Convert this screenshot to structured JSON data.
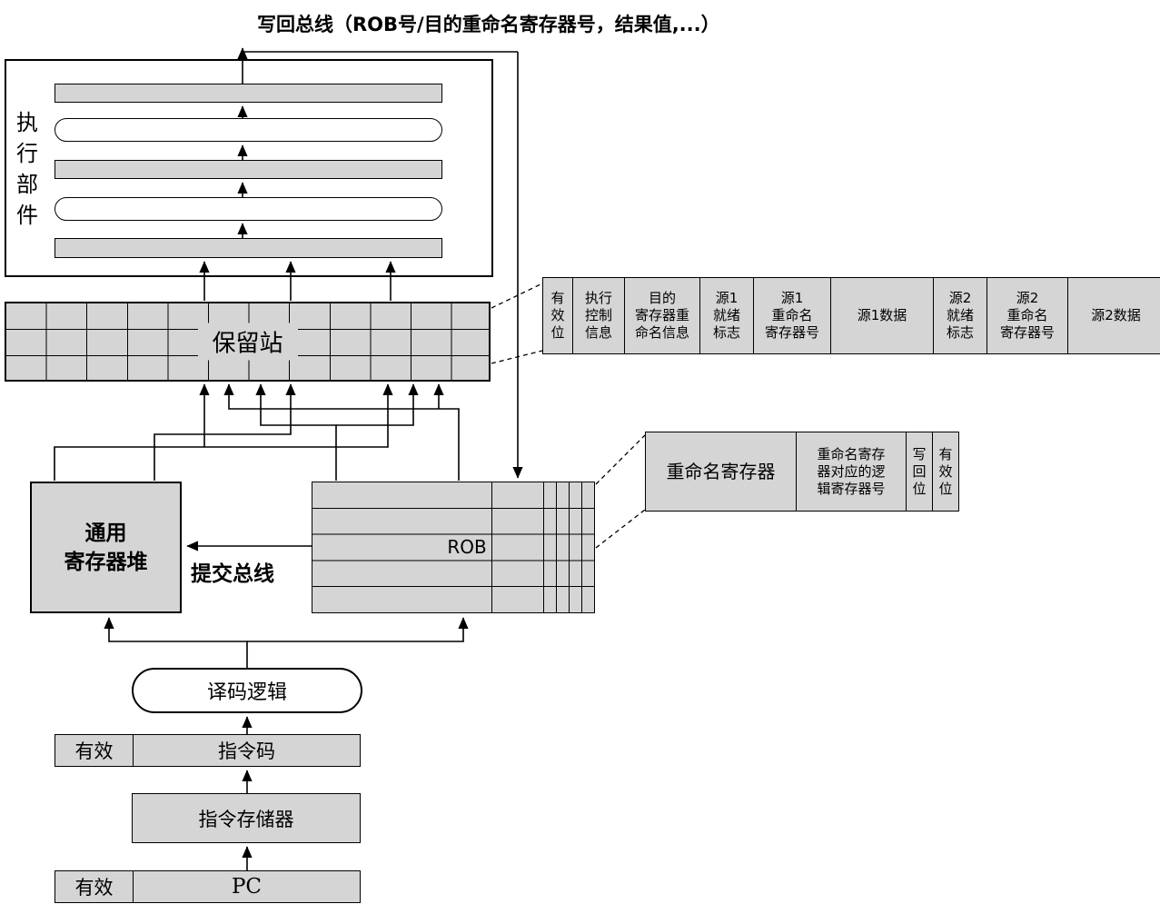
{
  "title": "写回总线（ROB号/目的重命名寄存器号，结果值,...）",
  "exec_unit": {
    "label": "执\n行\n部\n件"
  },
  "reservation_station": {
    "label": "保留站"
  },
  "rs_entry_fields": [
    "有\n效\n位",
    "执行\n控制\n信息",
    "目的\n寄存器重\n命名信息",
    "源1\n就绪\n标志",
    "源1\n重命名\n寄存器号",
    "源1数据",
    "源2\n就绪\n标志",
    "源2\n重命名\n寄存器号",
    "源2数据"
  ],
  "register_file": {
    "label": "通用\n寄存器堆"
  },
  "rob": {
    "label": "ROB"
  },
  "rename_register": {
    "title": "重命名寄存器",
    "fields": [
      "重命名寄存\n器对应的逻\n辑寄存器号",
      "写\n回\n位",
      "有\n效\n位"
    ]
  },
  "commit_bus": {
    "label": "提交总线"
  },
  "decode": {
    "label": "译码逻辑"
  },
  "instr_row": {
    "valid": "有效",
    "code": "指令码"
  },
  "instr_mem": {
    "label": "指令存储器"
  },
  "pc_row": {
    "valid": "有效",
    "pc": "PC"
  },
  "colors": {
    "box_fill": "#d5d5d5",
    "line": "#000000",
    "background": "#ffffff"
  }
}
